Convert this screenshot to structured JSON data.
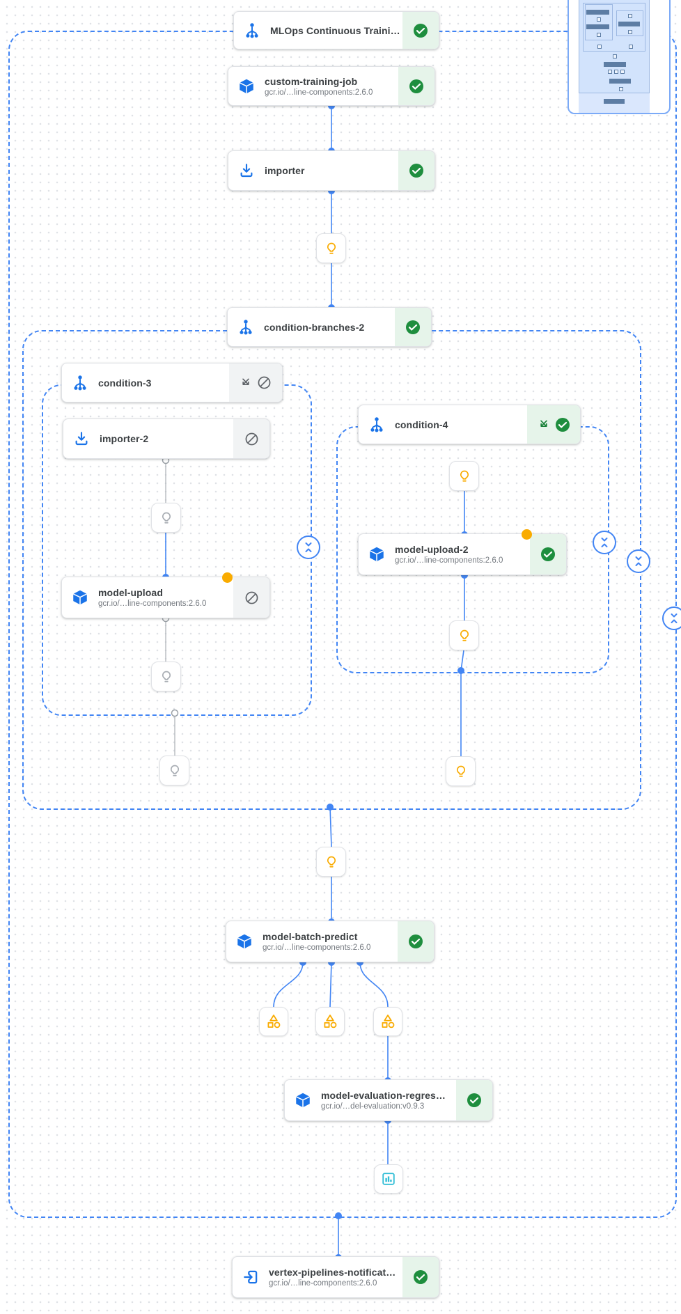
{
  "pipeline": {
    "nodes": {
      "root": {
        "title": "MLOps Continuous Traini…",
        "icon": "condition-tree-icon",
        "status": "succeeded"
      },
      "custom_training_job": {
        "title": "custom-training-job",
        "subtitle": "gcr.io/…line-components:2.6.0",
        "icon": "cube-icon",
        "status": "succeeded"
      },
      "importer": {
        "title": "importer",
        "icon": "download-icon",
        "status": "succeeded"
      },
      "condition_branches_2": {
        "title": "condition-branches-2",
        "icon": "condition-tree-icon",
        "status": "succeeded"
      },
      "condition_3": {
        "title": "condition-3",
        "icon": "condition-tree-icon",
        "status": "skipped"
      },
      "importer_2": {
        "title": "importer-2",
        "icon": "download-icon",
        "status": "skipped"
      },
      "model_upload": {
        "title": "model-upload",
        "subtitle": "gcr.io/…line-components:2.6.0",
        "icon": "cube-icon",
        "status": "skipped",
        "notification_dot": true
      },
      "condition_4": {
        "title": "condition-4",
        "icon": "condition-tree-icon",
        "status": "succeeded"
      },
      "model_upload_2": {
        "title": "model-upload-2",
        "subtitle": "gcr.io/…line-components:2.6.0",
        "icon": "cube-icon",
        "status": "succeeded",
        "notification_dot": true
      },
      "model_batch_predict": {
        "title": "model-batch-predict",
        "subtitle": "gcr.io/…line-components:2.6.0",
        "icon": "cube-icon",
        "status": "succeeded"
      },
      "model_evaluation_regression": {
        "title": "model-evaluation-regres…",
        "subtitle": "gcr.io/…del-evaluation:v0.9.3",
        "icon": "cube-icon",
        "status": "succeeded"
      },
      "vertex_pipelines_notification": {
        "title": "vertex-pipelines-notificat…",
        "subtitle": "gcr.io/…line-components:2.6.0",
        "icon": "exit-to-app-icon",
        "status": "succeeded"
      }
    },
    "edges": [
      [
        "custom_training_job",
        "importer"
      ],
      [
        "importer",
        "parameter",
        "condition_branches_2"
      ],
      [
        "importer_2",
        "parameter-skipped",
        "model_upload"
      ],
      [
        "model_upload",
        "parameter-skipped"
      ],
      [
        "condition_3",
        "parameter-skipped"
      ],
      [
        "condition_4",
        "parameter",
        "model_upload_2"
      ],
      [
        "model_upload_2",
        "parameter"
      ],
      [
        "condition_branches_2",
        "parameter",
        "model_batch_predict"
      ],
      [
        "model_batch_predict",
        "artifact-1"
      ],
      [
        "model_batch_predict",
        "artifact-2"
      ],
      [
        "model_batch_predict",
        "artifact-3"
      ],
      [
        "artifact-3",
        "model_evaluation_regression"
      ],
      [
        "model_evaluation_regression",
        "metrics-artifact"
      ],
      [
        "root",
        "vertex_pipelines_notification"
      ]
    ],
    "markers": {
      "yellow_lightbulbs": 5,
      "gray_lightbulbs": 3,
      "category_artifacts": 3,
      "metrics_artifacts": 1,
      "collapse_buttons": 4
    }
  },
  "colors": {
    "edge_blue": "#4285f4",
    "edge_gray": "#b6babf",
    "dash_border_blue": "#4285f4",
    "icon_blue": "#1a73e8",
    "success_green": "#1e8e3e",
    "success_bg": "#e6f4ea",
    "skipped_bg": "#f1f3f4",
    "skipped_icon": "#5f6368",
    "warning_yellow": "#f9ab00",
    "metrics_teal": "#30bdd6",
    "minimap_fill": "#d2e3fc",
    "minimap_bar": "#5d7da4"
  }
}
